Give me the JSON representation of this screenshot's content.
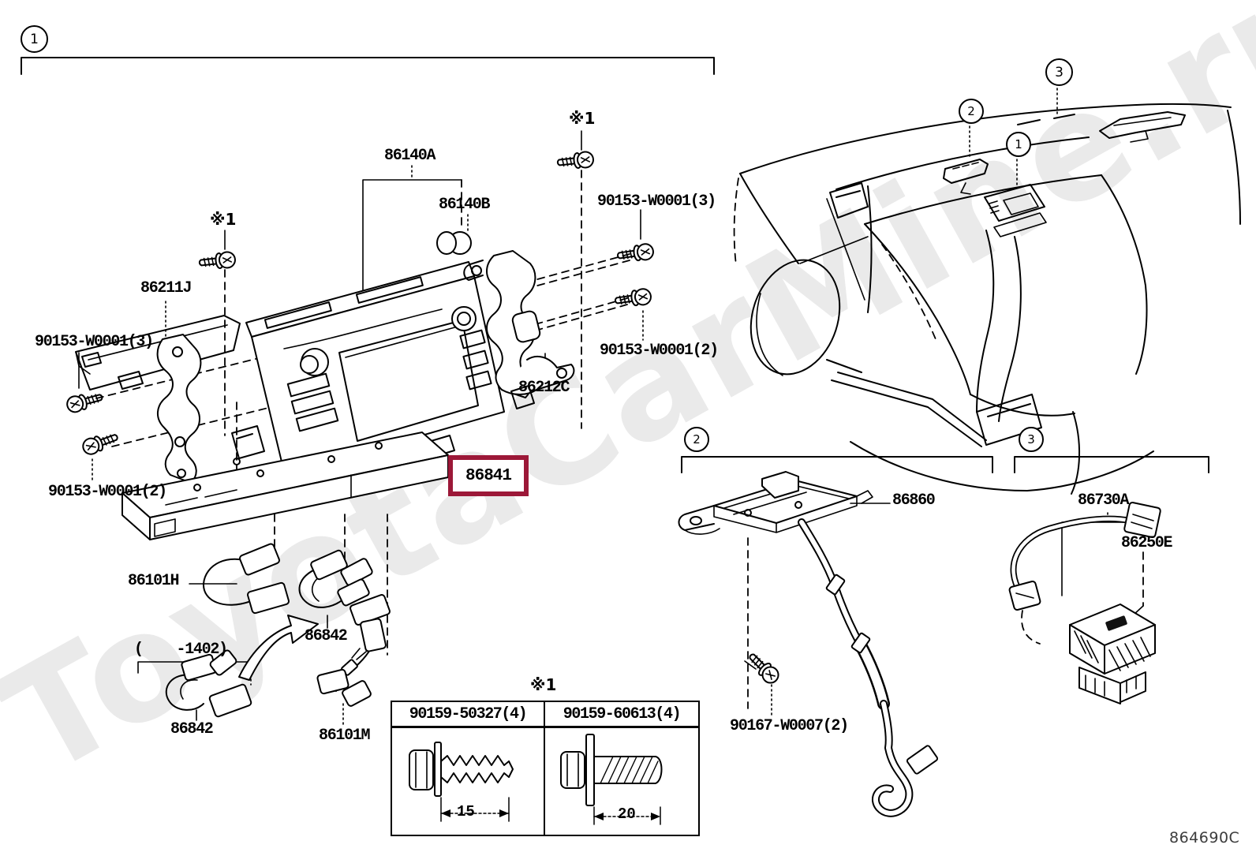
{
  "doc": {
    "code": "864690C",
    "watermark": "ToyotaCarMine.ru"
  },
  "colors": {
    "highlight_box": "#9C1838",
    "line": "#000000",
    "watermark_gray": "#eaeaea"
  },
  "callouts": {
    "c1": "1",
    "c2": "2",
    "c3": "3"
  },
  "markers": {
    "footnote": "※1"
  },
  "parts": {
    "p86140A": "86140A",
    "p86140B": "86140B",
    "p86211J": "86211J",
    "p86212C": "86212C",
    "p86841": "86841",
    "p86101H": "86101H",
    "p86842": "86842",
    "p86101M": "86101M",
    "p86860": "86860",
    "p86730A": "86730A",
    "p86250E": "86250E",
    "screw_90153_w0001_3": "90153-W0001(3)",
    "screw_90153_w0001_2": "90153-W0001(2)",
    "screw_90167_w0007_2": "90167-W0007(2)",
    "range_1402": "(    -1402)"
  },
  "footnote_table": {
    "marker": "※1",
    "columns": [
      {
        "part": "90159-50327(4)",
        "length_mm": "15"
      },
      {
        "part": "90159-60613(4)",
        "length_mm": "20"
      }
    ]
  }
}
